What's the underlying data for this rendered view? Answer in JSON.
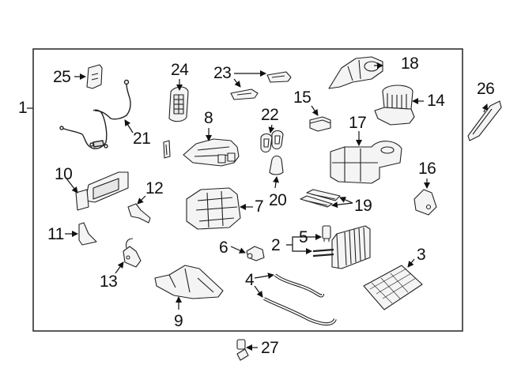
{
  "diagram": {
    "type": "exploded parts diagram",
    "subject": "HVAC heater / air conditioning case assembly",
    "frame_label": "1",
    "callouts": [
      {
        "id": "1",
        "label": "1"
      },
      {
        "id": "2",
        "label": "2"
      },
      {
        "id": "3",
        "label": "3"
      },
      {
        "id": "4",
        "label": "4"
      },
      {
        "id": "5",
        "label": "5"
      },
      {
        "id": "6",
        "label": "6"
      },
      {
        "id": "7",
        "label": "7"
      },
      {
        "id": "8",
        "label": "8"
      },
      {
        "id": "9",
        "label": "9"
      },
      {
        "id": "10",
        "label": "10"
      },
      {
        "id": "11",
        "label": "11"
      },
      {
        "id": "12",
        "label": "12"
      },
      {
        "id": "13",
        "label": "13"
      },
      {
        "id": "14",
        "label": "14"
      },
      {
        "id": "15",
        "label": "15"
      },
      {
        "id": "16",
        "label": "16"
      },
      {
        "id": "17",
        "label": "17"
      },
      {
        "id": "18",
        "label": "18"
      },
      {
        "id": "19",
        "label": "19"
      },
      {
        "id": "20",
        "label": "20"
      },
      {
        "id": "21",
        "label": "21"
      },
      {
        "id": "22",
        "label": "22"
      },
      {
        "id": "23",
        "label": "23"
      },
      {
        "id": "24",
        "label": "24"
      },
      {
        "id": "25",
        "label": "25"
      },
      {
        "id": "26",
        "label": "26"
      },
      {
        "id": "27",
        "label": "27"
      }
    ]
  }
}
